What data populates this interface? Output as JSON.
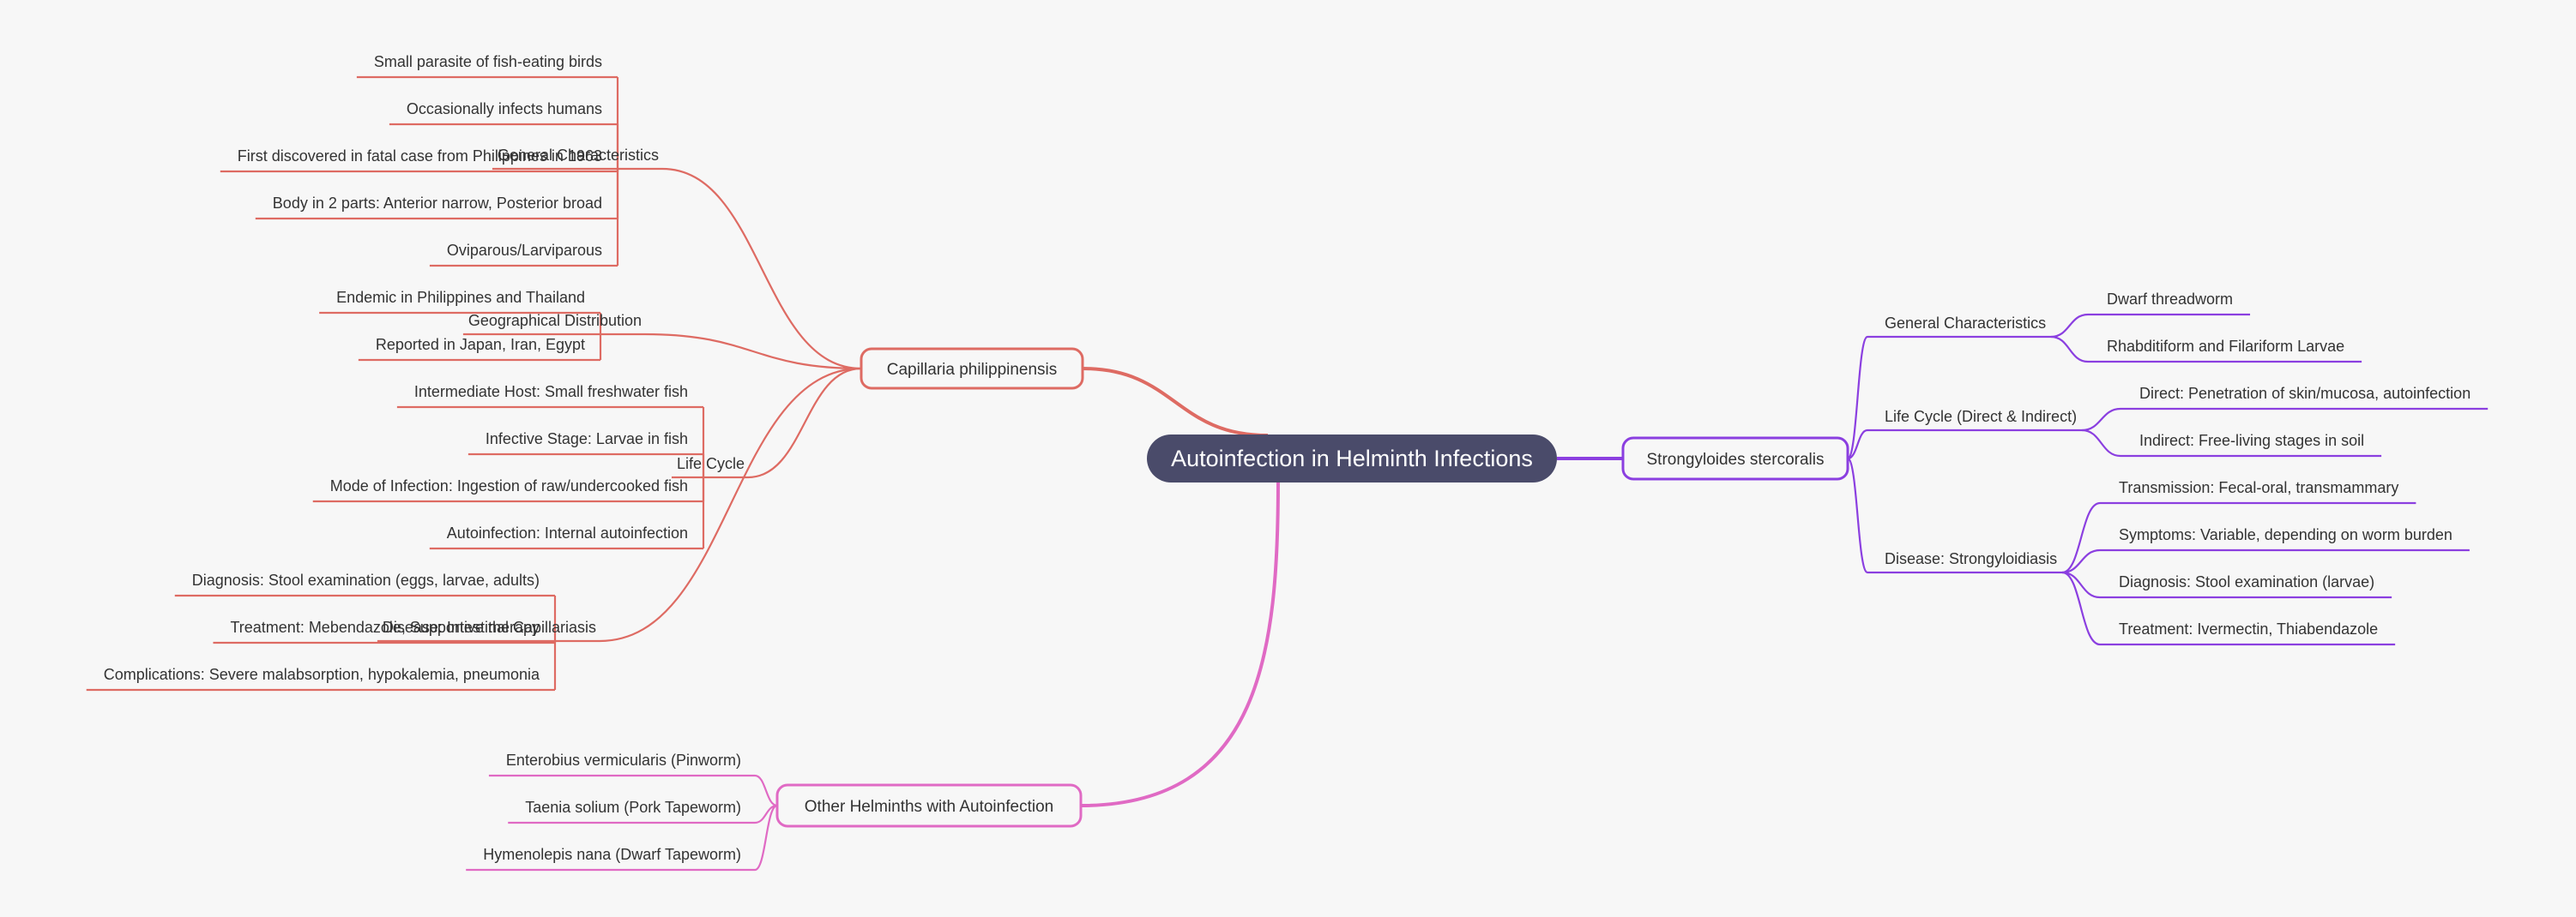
{
  "title": "Autoinfection in Helminth Infections",
  "colors": {
    "background": "#f7f7f7",
    "root_fill": "#4a4b6a",
    "capillaria": "#de6b63",
    "strongyloides": "#8b3fe0",
    "others": "#e06ac4",
    "text": "#333333"
  },
  "branches": [
    {
      "label": "Capillaria philippinensis",
      "color": "capillaria",
      "children": [
        {
          "label": "General Characteristics",
          "children": [
            "Small parasite of fish-eating birds",
            "Occasionally infects humans",
            "First discovered in fatal case from Philippines in 1963",
            "Body in 2 parts: Anterior narrow, Posterior broad",
            "Oviparous/Larviparous"
          ]
        },
        {
          "label": "Geographical Distribution",
          "children": [
            "Endemic in Philippines and Thailand",
            "Reported in Japan, Iran, Egypt"
          ]
        },
        {
          "label": "Life Cycle",
          "children": [
            "Intermediate Host: Small freshwater fish",
            "Infective Stage: Larvae in fish",
            "Mode of Infection: Ingestion of raw/undercooked fish",
            "Autoinfection: Internal autoinfection"
          ]
        },
        {
          "label": "Disease: Intestinal Capillariasis",
          "children": [
            "Diagnosis: Stool examination (eggs, larvae, adults)",
            "Treatment: Mebendazole, Supportive therapy",
            "Complications: Severe malabsorption, hypokalemia, pneumonia"
          ]
        }
      ]
    },
    {
      "label": "Strongyloides stercoralis",
      "color": "strongyloides",
      "children": [
        {
          "label": "General Characteristics",
          "children": [
            "Dwarf threadworm",
            "Rhabditiform and Filariform Larvae"
          ]
        },
        {
          "label": "Life Cycle (Direct & Indirect)",
          "children": [
            "Direct: Penetration of skin/mucosa, autoinfection",
            "Indirect: Free-living stages in soil"
          ]
        },
        {
          "label": "Disease: Strongyloidiasis",
          "children": [
            "Transmission: Fecal-oral, transmammary",
            "Symptoms: Variable, depending on worm burden",
            "Diagnosis: Stool examination (larvae)",
            "Treatment: Ivermectin, Thiabendazole"
          ]
        }
      ]
    },
    {
      "label": "Other Helminths with Autoinfection",
      "color": "others",
      "children": [
        "Enterobius vermicularis (Pinworm)",
        "Taenia solium (Pork Tapeworm)",
        "Hymenolepis nana (Dwarf Tapeworm)"
      ]
    }
  ]
}
